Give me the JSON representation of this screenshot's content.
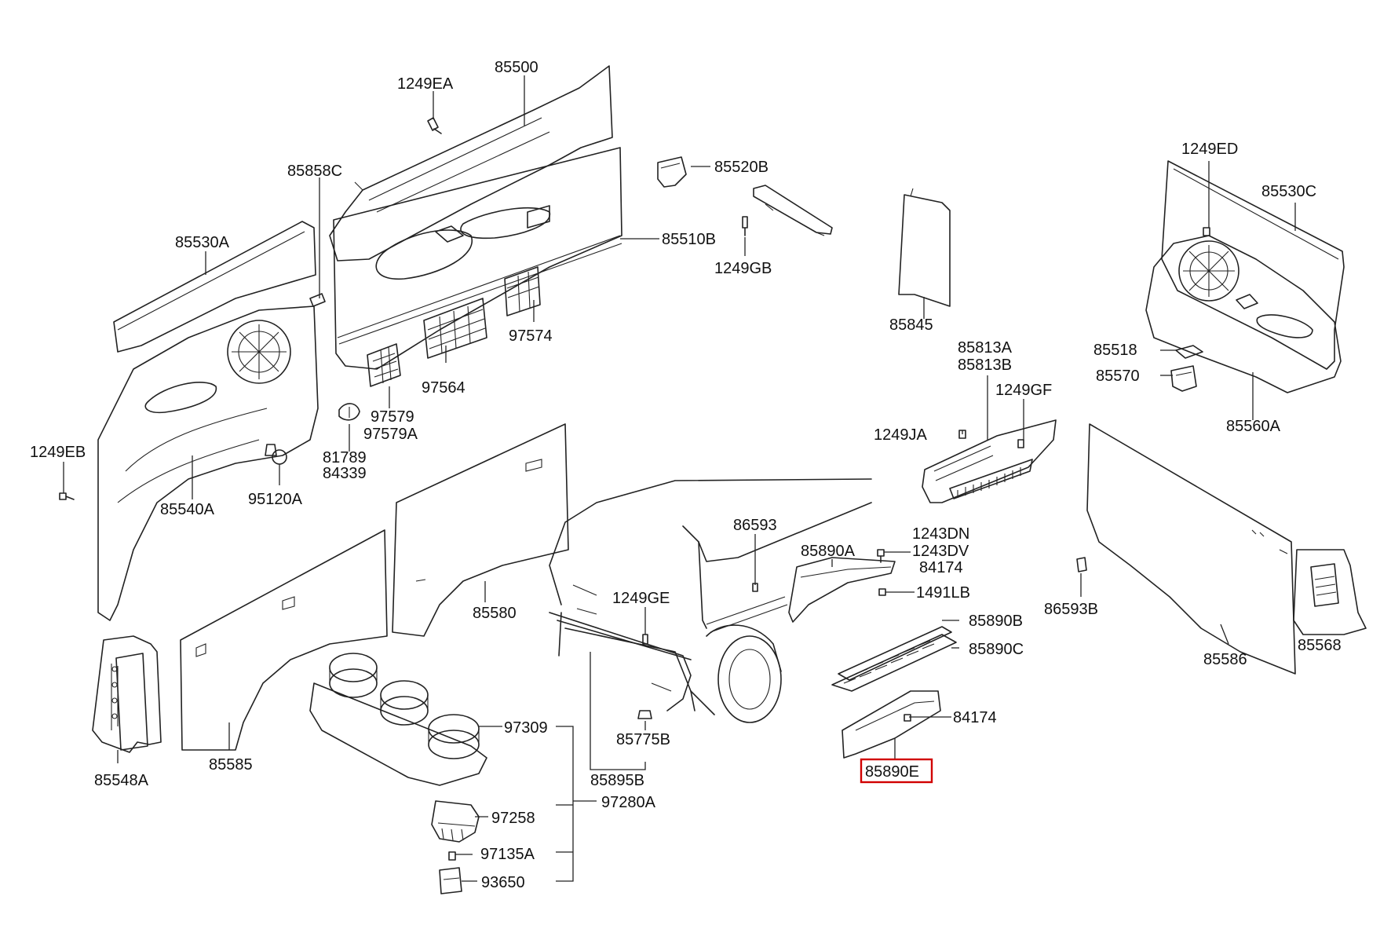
{
  "diagram": {
    "highlight_color": "#d10000",
    "labels": {
      "l85500": "85500",
      "l1249EA": "1249EA",
      "l85858C": "85858C",
      "l85530A": "85530A",
      "l85520B": "85520B",
      "l85510B": "85510B",
      "l1249GB": "1249GB",
      "l97574": "97574",
      "l97564": "97564",
      "l97579": "97579",
      "l97579A": "97579A",
      "l81789": "81789",
      "l84339": "84339",
      "l1249EB": "1249EB",
      "l85540A": "85540A",
      "l95120A": "95120A",
      "l85580": "85580",
      "l85845": "85845",
      "l85813A": "85813A",
      "l85813B": "85813B",
      "l1249GF": "1249GF",
      "l1249JA": "1249JA",
      "l1249ED": "1249ED",
      "l85530C": "85530C",
      "l85518": "85518",
      "l85570": "85570",
      "l85560A": "85560A",
      "l86593": "86593",
      "l85890A": "85890A",
      "l1243DN": "1243DN",
      "l1243DV": "1243DV",
      "l84174a": "84174",
      "l1491LB": "1491LB",
      "l1249GE": "1249GE",
      "l85890B": "85890B",
      "l85890C": "85890C",
      "l84174b": "84174",
      "l85890E": "85890E",
      "l86593B": "86593B",
      "l85586": "85586",
      "l85568": "85568",
      "l85548A": "85548A",
      "l85585": "85585",
      "l97309": "97309",
      "l85775B": "85775B",
      "l85895B": "85895B",
      "l97280A": "97280A",
      "l97258": "97258",
      "l97135A": "97135A",
      "l93650": "93650"
    }
  }
}
